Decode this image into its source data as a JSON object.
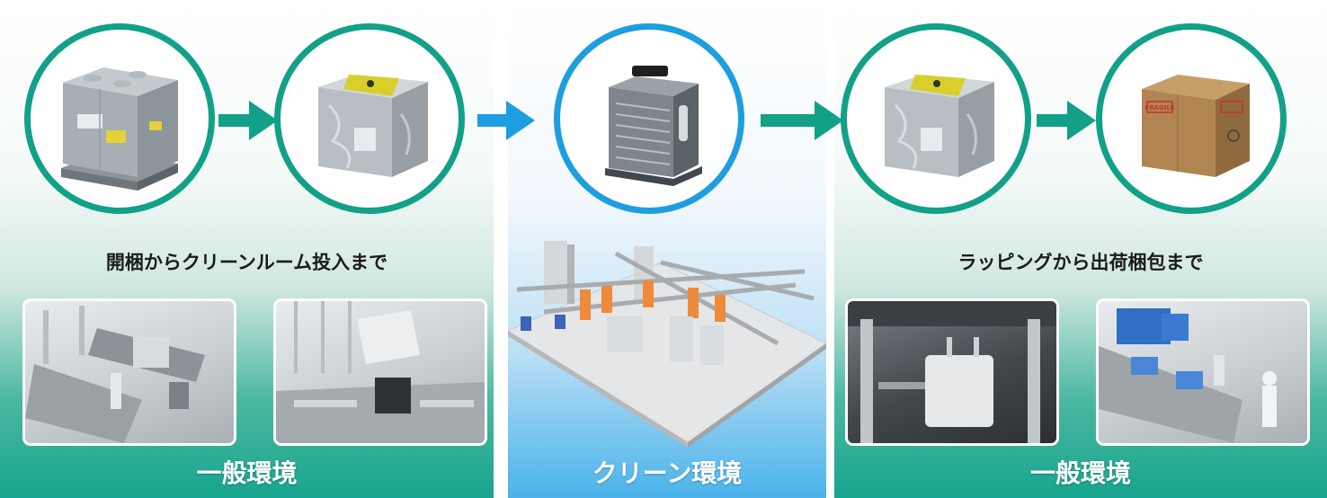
{
  "left": {
    "caption": "開梱からクリーンルーム投入まで",
    "env_label": "一般環境",
    "steps": [
      {
        "icon": "crate-on-pallet-icon"
      },
      {
        "icon": "bagged-container-icon"
      }
    ],
    "photos": [
      {
        "icon": "robot-conveyor-line-photo"
      },
      {
        "icon": "unpacking-station-photo"
      }
    ]
  },
  "center": {
    "env_label": "クリーン環境",
    "steps": [
      {
        "icon": "wafer-carrier-icon"
      }
    ],
    "illustration": "cleanroom-overhead-transport-illustration"
  },
  "right": {
    "caption": "ラッピングから出荷梱包まで",
    "env_label": "一般環境",
    "steps": [
      {
        "icon": "bagged-container-icon"
      },
      {
        "icon": "shipping-box-icon",
        "label": "FRAGILE"
      }
    ],
    "photos": [
      {
        "icon": "wrapping-machine-photo"
      },
      {
        "icon": "packing-line-photo"
      }
    ]
  },
  "colors": {
    "green_accent": "#12a088",
    "blue_accent": "#1d9ee0",
    "arrow_green": "#12a088",
    "arrow_blue": "#1d9ee0"
  }
}
